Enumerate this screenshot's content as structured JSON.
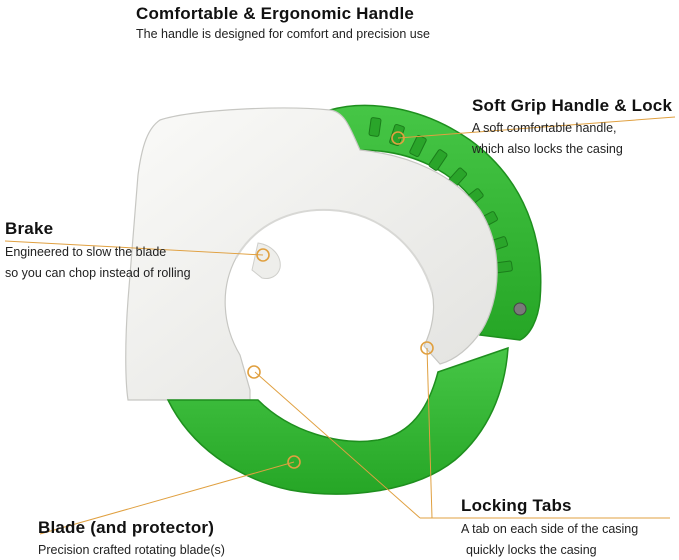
{
  "header": {
    "title": "Comfortable & Ergonomic Handle",
    "subtitle": "The handle is designed for comfort and precision use"
  },
  "callouts": {
    "grip": {
      "title": "Soft Grip Handle & Lock",
      "line1": "A soft comfortable handle,",
      "line2": "which also locks the casing"
    },
    "brake": {
      "title": "Brake",
      "line1": "Engineered to slow the blade",
      "line2": "so you can chop instead of rolling"
    },
    "blade": {
      "title": "Blade (and protector)",
      "line1": "Precision crafted rotating blade(s)"
    },
    "tabs": {
      "title": "Locking Tabs",
      "line1": "A tab on each side of the casing",
      "line2": "quickly locks the casing"
    }
  },
  "colors": {
    "handle_green": "#2fb52f",
    "dark_green": "#1e8f1e",
    "handle_white": "#f3f3f1",
    "leader_line": "#e0a040"
  }
}
